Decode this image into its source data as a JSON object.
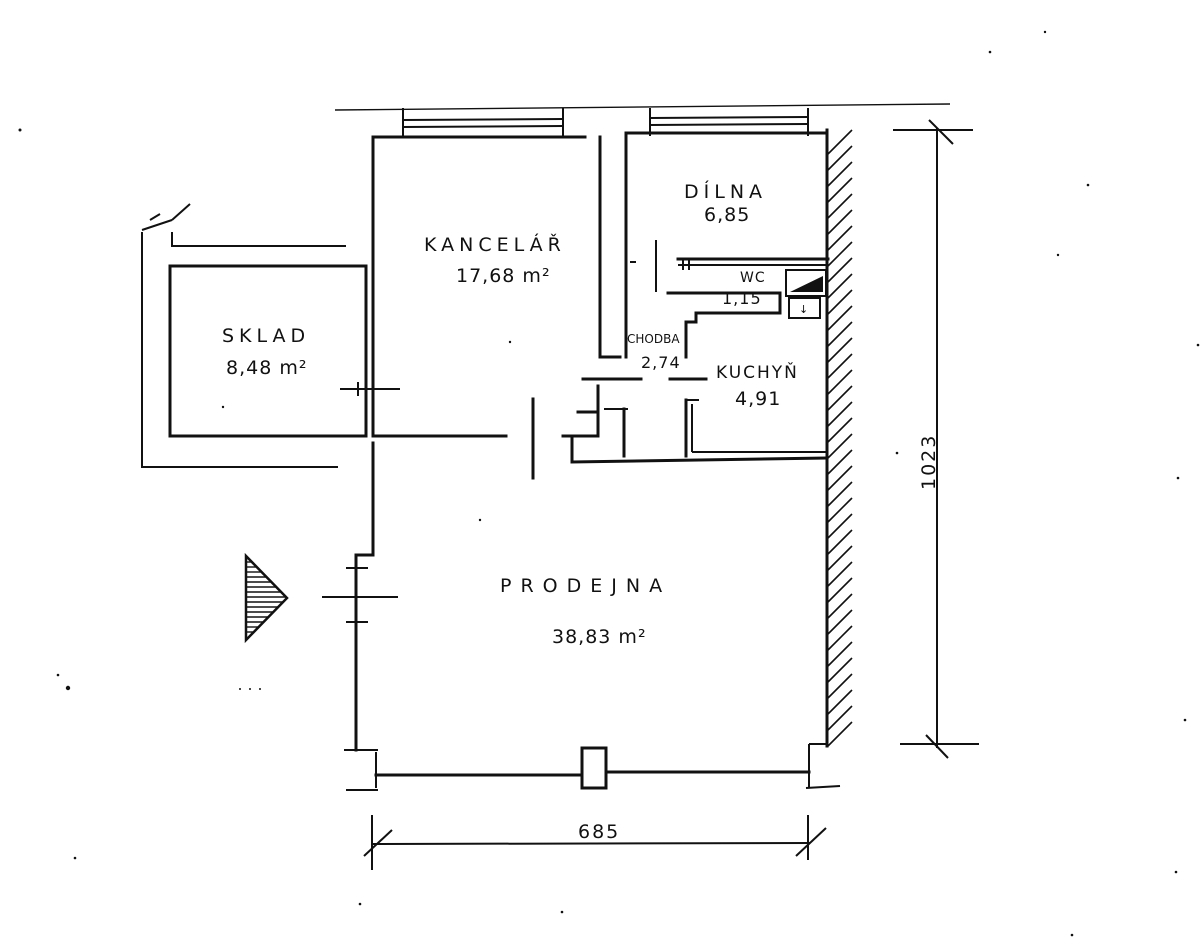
{
  "rooms": {
    "sklad": {
      "name": "SKLAD",
      "area": "8,48 m²"
    },
    "kancelar": {
      "name": "KANCELÁŘ",
      "area": "17,68 m²"
    },
    "dilna": {
      "name": "DÍLNA",
      "area": "6,85"
    },
    "wc": {
      "name": "WC",
      "area": "1,15"
    },
    "chodba": {
      "name": "CHODBA",
      "area": "2,74"
    },
    "kuchyn": {
      "name": "KUCHYŇ",
      "area": "4,91"
    },
    "prodejna": {
      "name": "PRODEJNA",
      "area": "38,83 m²"
    }
  },
  "dimensions": {
    "width": "685",
    "height": "1023"
  }
}
